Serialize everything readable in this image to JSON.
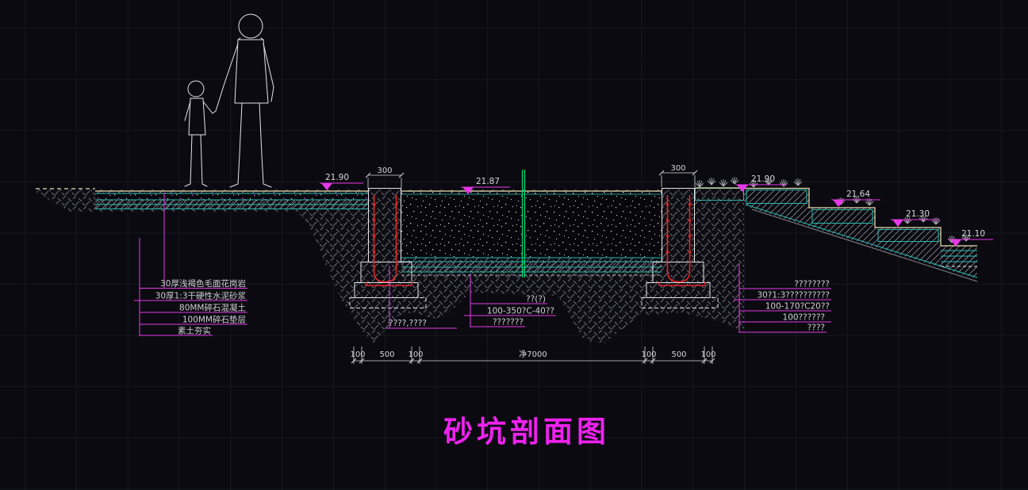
{
  "title": "砂坑剖面图",
  "colors": {
    "background": "#0a0a10",
    "accent_magenta": "#e838e8",
    "linework_white": "#e6e6ea",
    "layer_cyan": "#27b9b1",
    "rebar_red": "#e42424",
    "centerline_green": "#00d878",
    "surface_cream": "#ece0af",
    "label_text": "#cfcfd4"
  },
  "elevations": {
    "pavement_left": "21.90",
    "pit_bottom": "21.87",
    "planting_bed": "21.90",
    "terrace_1": "21.64",
    "terrace_2": "21.30",
    "terrace_3": "21.10"
  },
  "dims": {
    "curb_left": "300",
    "curb_right": "300"
  },
  "dim_chain": [
    "100",
    "500",
    "100",
    "净7000",
    "100",
    "500",
    "100"
  ],
  "left_labels": [
    "30厚浅褐色毛面花岗岩",
    "30厚1:3干硬性水泥砂浆",
    "80MM碎石混凝土",
    "100MM碎石垫层",
    "素土夯实"
  ],
  "center_labels": [
    "??(?)",
    "100-350?C-40??",
    "???????"
  ],
  "footing_label": "????,????",
  "right_labels": [
    "????????",
    "30?1:3??????????",
    "100-170?C20??",
    "100??????",
    "????"
  ]
}
